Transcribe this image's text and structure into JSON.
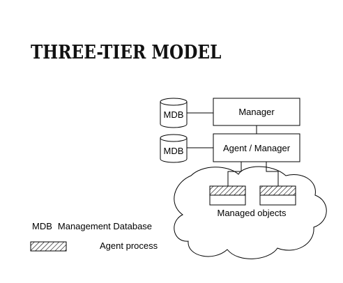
{
  "title": "THREE-TIER MODEL",
  "diagram": {
    "mdb_top_label": "MDB",
    "mdb_bottom_label": "MDB",
    "manager_label": "Manager",
    "agent_manager_label": "Agent / Manager",
    "managed_objects_label": "Managed objects"
  },
  "legend": {
    "mdb_abbr": "MDB",
    "mdb_meaning": "Management Database",
    "agent_process_label": "Agent process"
  }
}
